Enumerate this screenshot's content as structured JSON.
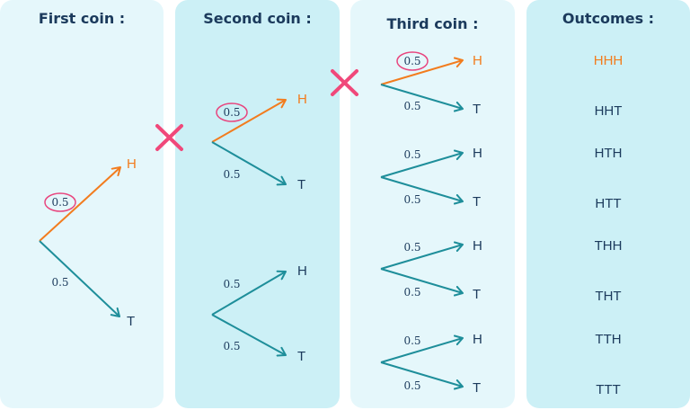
{
  "colors": {
    "panel_light": "#e5f7fb",
    "panel_dark": "#ccf0f6",
    "title_text": "#1b3a5c",
    "branch_default": "#1e8e9a",
    "branch_highlight": "#f27c1e",
    "multiply_sign": "#f0487a",
    "circle_highlight": "#e8457e"
  },
  "panels": [
    {
      "title": "First coin :"
    },
    {
      "title": "Second coin :"
    },
    {
      "title": "Third coin :"
    },
    {
      "title": "Outcomes :"
    }
  ],
  "operators": [
    "×",
    "×"
  ],
  "tree": {
    "first_coin": {
      "branches": [
        {
          "label": "H",
          "probability": "0.5",
          "highlighted": true
        },
        {
          "label": "T",
          "probability": "0.5",
          "highlighted": false
        }
      ]
    },
    "second_coin": {
      "groups": [
        {
          "parent": "H",
          "branches": [
            {
              "label": "H",
              "probability": "0.5",
              "highlighted": true
            },
            {
              "label": "T",
              "probability": "0.5",
              "highlighted": false
            }
          ]
        },
        {
          "parent": "T",
          "branches": [
            {
              "label": "H",
              "probability": "0.5",
              "highlighted": false
            },
            {
              "label": "T",
              "probability": "0.5",
              "highlighted": false
            }
          ]
        }
      ]
    },
    "third_coin": {
      "groups": [
        {
          "parent": "HH",
          "branches": [
            {
              "label": "H",
              "probability": "0.5",
              "highlighted": true
            },
            {
              "label": "T",
              "probability": "0.5",
              "highlighted": false
            }
          ]
        },
        {
          "parent": "HT",
          "branches": [
            {
              "label": "H",
              "probability": "0.5",
              "highlighted": false
            },
            {
              "label": "T",
              "probability": "0.5",
              "highlighted": false
            }
          ]
        },
        {
          "parent": "TH",
          "branches": [
            {
              "label": "H",
              "probability": "0.5",
              "highlighted": false
            },
            {
              "label": "T",
              "probability": "0.5",
              "highlighted": false
            }
          ]
        },
        {
          "parent": "TT",
          "branches": [
            {
              "label": "H",
              "probability": "0.5",
              "highlighted": false
            },
            {
              "label": "T",
              "probability": "0.5",
              "highlighted": false
            }
          ]
        }
      ]
    }
  },
  "outcomes": [
    {
      "label": "HHH",
      "highlighted": true
    },
    {
      "label": "HHT",
      "highlighted": false
    },
    {
      "label": "HTH",
      "highlighted": false
    },
    {
      "label": "HTT",
      "highlighted": false
    },
    {
      "label": "THH",
      "highlighted": false
    },
    {
      "label": "THT",
      "highlighted": false
    },
    {
      "label": "TTH",
      "highlighted": false
    },
    {
      "label": "TTT",
      "highlighted": false
    }
  ]
}
